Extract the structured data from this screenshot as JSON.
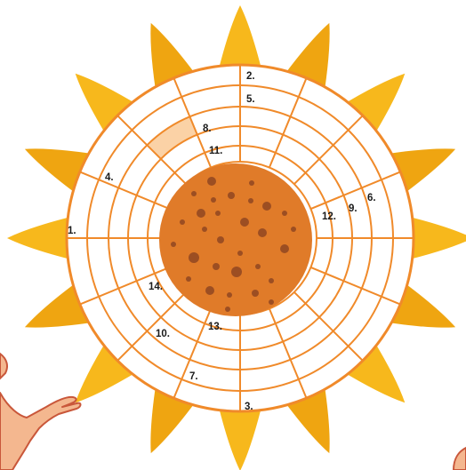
{
  "puzzle": {
    "clue_numbers": [
      "1.",
      "2.",
      "3.",
      "4.",
      "5.",
      "6.",
      "7.",
      "8.",
      "9.",
      "10.",
      "11.",
      "12.",
      "13.",
      "14."
    ]
  },
  "colors": {
    "petal": "#f7b81c",
    "petal_dark": "#efa511",
    "grid_line": "#f08a2a",
    "cell_fill": "#ffffff",
    "highlight_cell": "#fbd2a6",
    "center": "#e07b29",
    "seeds": "#9c4e22",
    "skin": "#f4b78f",
    "skin_outline": "#c9573a"
  },
  "icons": [
    "sunflower-center",
    "hand-left",
    "hand-right"
  ]
}
